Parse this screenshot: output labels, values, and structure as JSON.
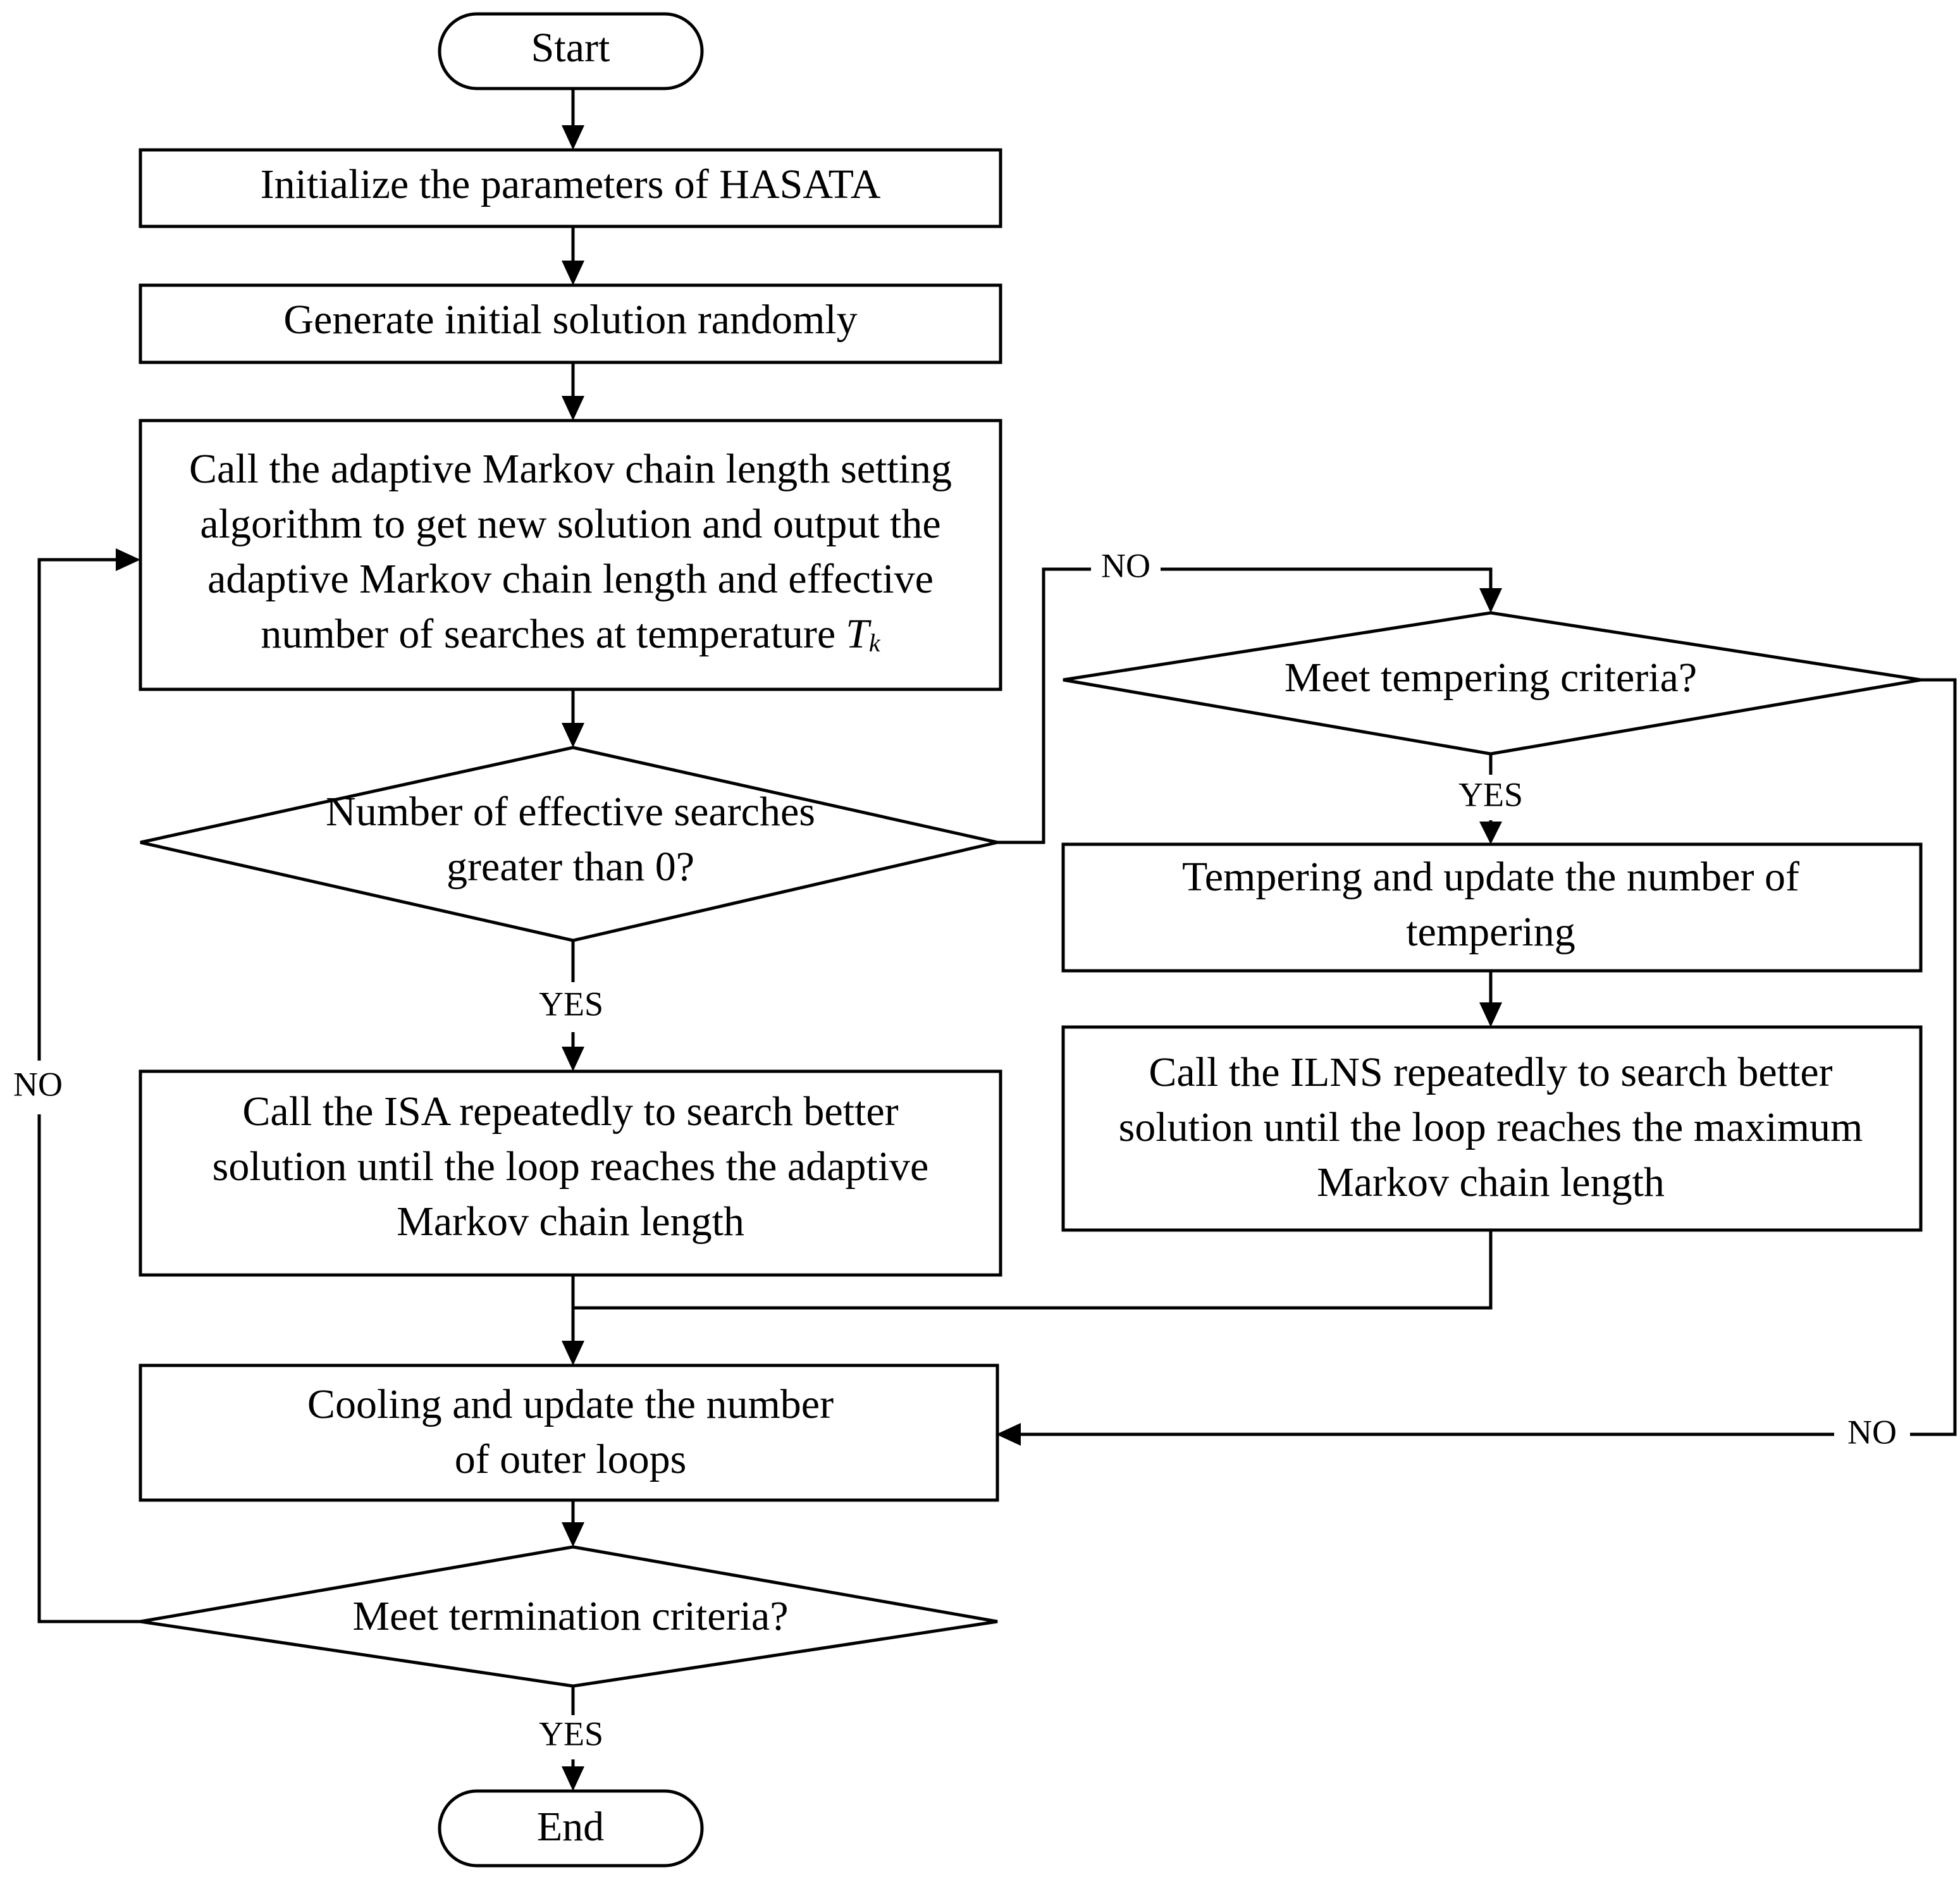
{
  "nodes": {
    "start": "Start",
    "init": "Initialize the parameters of HASATA",
    "generate": "Generate initial solution randomly",
    "call_adaptive": {
      "line1": "Call the adaptive Markov chain length setting",
      "line2": "algorithm to get new solution and output the",
      "line3": "adaptive Markov chain length and effective",
      "line4": "number of searches at temperature",
      "temp_symbol": "T",
      "temp_subscript": "k"
    },
    "effective_decision": {
      "line1": "Number of effective searches",
      "line2": "greater than 0?"
    },
    "call_isa": {
      "line1": "Call the ISA repeatedly to search better",
      "line2": "solution until the loop reaches the adaptive",
      "line3": "Markov chain length"
    },
    "tempering_decision": "Meet tempering criteria?",
    "tempering": {
      "line1": "Tempering and update the number of",
      "line2": "tempering"
    },
    "call_ilns": {
      "line1": "Call the ILNS repeatedly to search better",
      "line2": "solution until the loop reaches the maximum",
      "line3": "Markov chain length"
    },
    "cooling": {
      "line1": "Cooling and update the number",
      "line2": "of outer loops"
    },
    "termination_decision": "Meet termination criteria?",
    "end": "End"
  },
  "edge_labels": {
    "effective_no": "NO",
    "effective_yes": "YES",
    "tempering_yes": "YES",
    "tempering_no": "NO",
    "termination_no": "NO",
    "termination_yes": "YES"
  }
}
